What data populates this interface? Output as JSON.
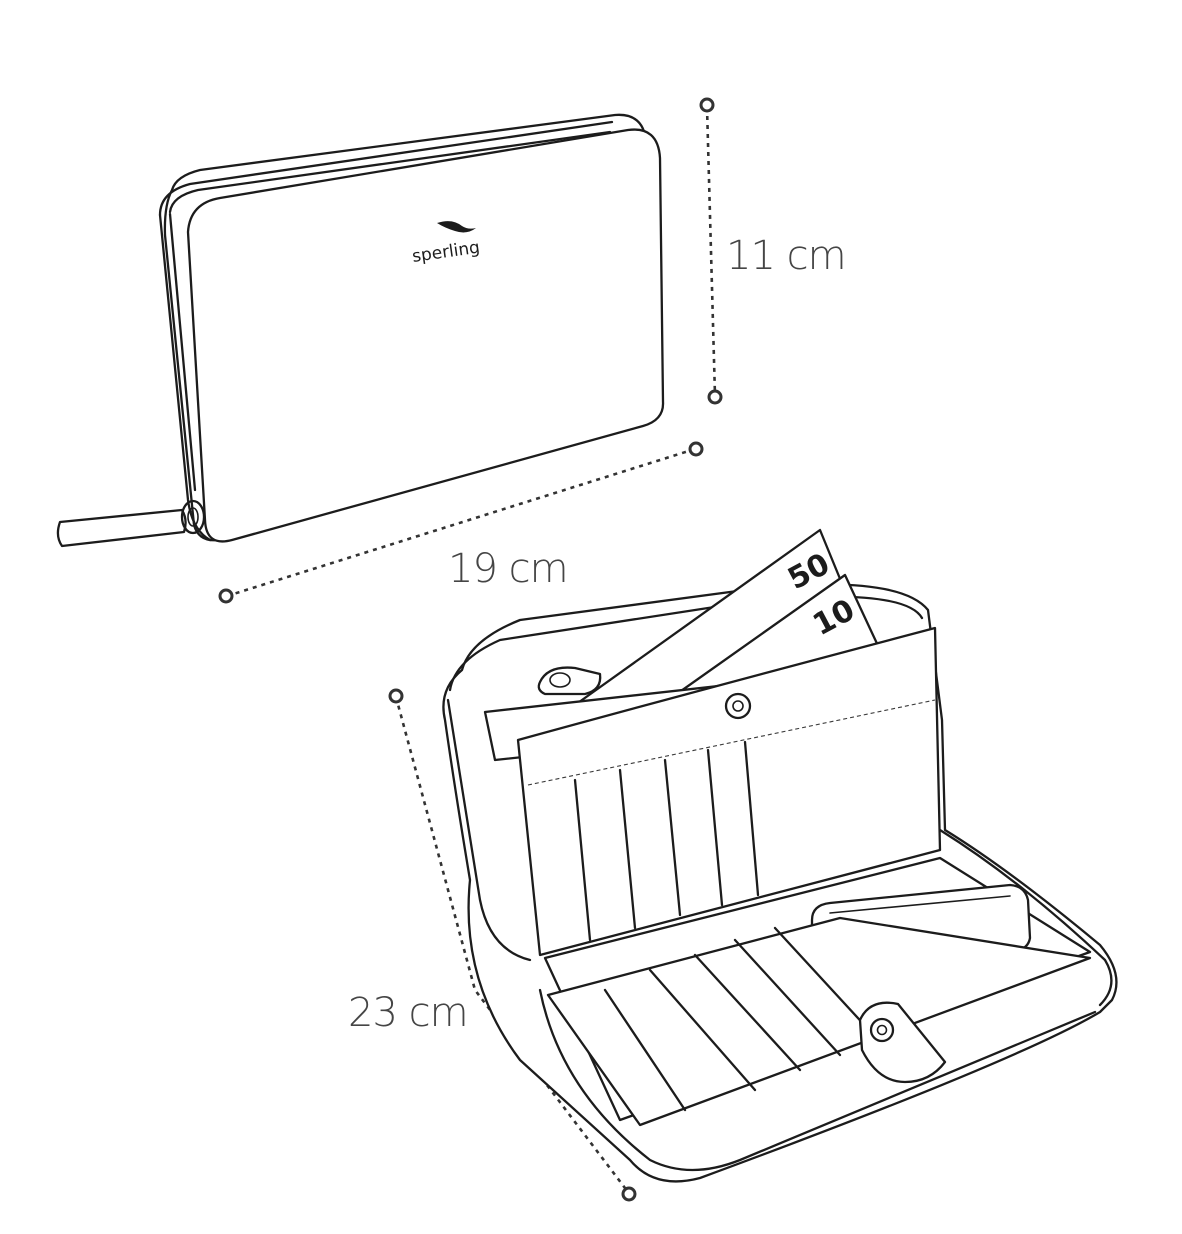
{
  "brand": {
    "logo_text": "sperling"
  },
  "dimensions": {
    "height_label": "11 cm",
    "width_label": "19 cm",
    "open_width_label": "23 cm"
  },
  "notes": {
    "note_large": "50",
    "note_small": "10"
  },
  "colors": {
    "line": "#1c1c1c",
    "dim_text": "#454545",
    "background": "#ffffff"
  }
}
